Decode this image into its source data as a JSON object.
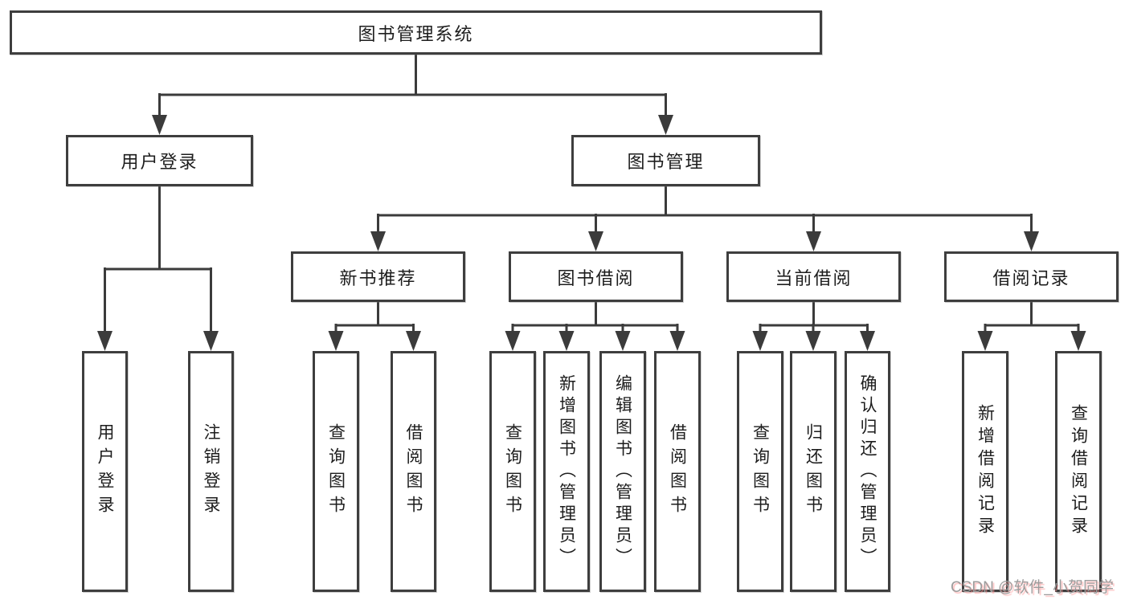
{
  "diagram_title": "图书管理系统",
  "nodes": {
    "root": {
      "label": "图书管理系统"
    },
    "level1": [
      {
        "label": "用户登录"
      },
      {
        "label": "图书管理"
      }
    ],
    "level2": [
      {
        "label": "新书推荐"
      },
      {
        "label": "图书借阅"
      },
      {
        "label": "当前借阅"
      },
      {
        "label": "借阅记录"
      }
    ],
    "login_children": [
      {
        "label": "用户登录"
      },
      {
        "label": "注销登录"
      }
    ],
    "recommend_children": [
      {
        "label": "查询图书"
      },
      {
        "label": "借阅图书"
      }
    ],
    "borrow_children": [
      {
        "label": "查询图书"
      },
      {
        "label": "新增图书（管理员）"
      },
      {
        "label": "编辑图书（管理员）"
      },
      {
        "label": "借阅图书"
      }
    ],
    "current_children": [
      {
        "label": "查询图书"
      },
      {
        "label": "归还图书"
      },
      {
        "label": "确认归还（管理员）"
      }
    ],
    "record_children": [
      {
        "label": "新增借阅记录"
      },
      {
        "label": "查询借阅记录"
      }
    ]
  },
  "watermark": {
    "text": "CSDN @软件_小贺同学"
  },
  "colors": {
    "line": "#3b3b3b",
    "box_border": "#3e3e3e",
    "text": "#1d1d1d",
    "background": "#ffffff",
    "watermark_text": "#9c9c9c",
    "watermark_shadow": "#ff9696"
  }
}
